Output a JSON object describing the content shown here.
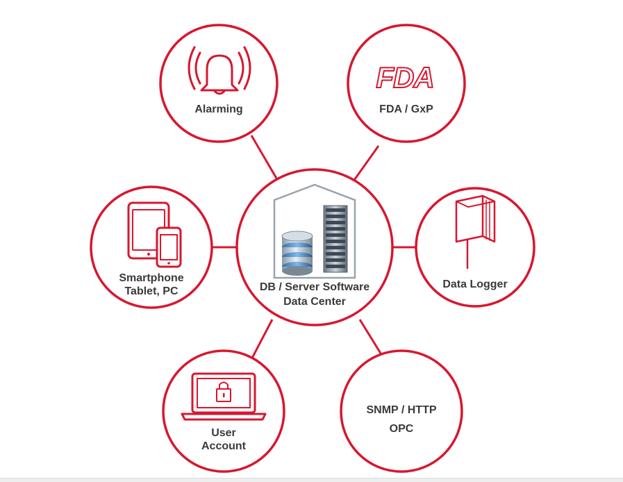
{
  "diagram": {
    "center": {
      "label_line1": "DB / Server Software",
      "label_line2": "Data Center"
    },
    "nodes": {
      "alarming": {
        "label": "Alarming"
      },
      "fda": {
        "label": "FDA / GxP",
        "logo_text": "FDA"
      },
      "smartphone": {
        "label_line1": "Smartphone",
        "label_line2": "Tablet, PC"
      },
      "data_logger": {
        "label": "Data Logger"
      },
      "user_account": {
        "label_line1": "User",
        "label_line2": "Account"
      },
      "snmp": {
        "label_line1": "SNMP / HTTP",
        "label_line2": "OPC"
      }
    },
    "colors": {
      "accent": "#d7172f",
      "text": "#3a3a3a"
    }
  }
}
